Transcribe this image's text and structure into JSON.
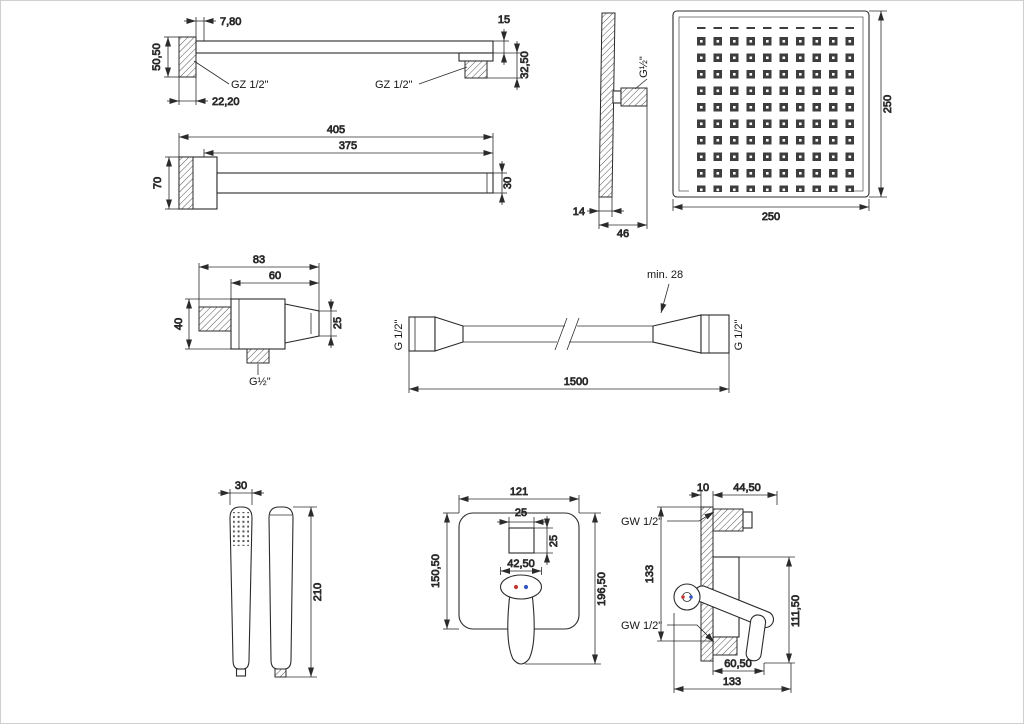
{
  "colors": {
    "line": "#2b2b2b",
    "hot": "#c23b33",
    "cold": "#3356c2"
  },
  "arm_side": {
    "dim_depth": "7,80",
    "dim_flange_height": "50,50",
    "dim_thread_length": "22,20",
    "thread_label_wall": "GZ 1/2\"",
    "thread_label_head": "GZ 1/2\"",
    "dim_tube_height": "15",
    "dim_drop": "32,50"
  },
  "arm_top": {
    "dim_total": "405",
    "dim_tube": "375",
    "dim_flange_width": "70",
    "dim_tube_width": "30"
  },
  "head_side": {
    "thread_label": "G½\"",
    "dim_thickness": "14",
    "dim_depth": "46"
  },
  "head_front": {
    "dim_height": "250",
    "dim_width": "250"
  },
  "outlet": {
    "dim_total_width": "83",
    "dim_body_width": "60",
    "dim_height": "40",
    "dim_holder_height": "25",
    "thread_label": "G½\""
  },
  "hose": {
    "thread_left": "G 1/2\"",
    "thread_right": "G 1/2\"",
    "dim_cone": "min. 28",
    "dim_length": "1500"
  },
  "handshower": {
    "dim_width": "30",
    "dim_length": "210"
  },
  "mixer_front": {
    "dim_width": "121",
    "dim_box_width": "25",
    "dim_box_height": "25",
    "dim_cap": "42,50",
    "dim_plate_height": "150,50",
    "dim_total_height": "196,50"
  },
  "mixer_side": {
    "dim_plate_thickness": "10",
    "dim_top_depth": "44,50",
    "thread_top": "GW 1/2\"",
    "dim_height_left": "133",
    "thread_bottom": "GW 1/2\"",
    "dim_height_right": "111,50",
    "dim_lever_depth": "60,50",
    "dim_total_depth": "133"
  }
}
